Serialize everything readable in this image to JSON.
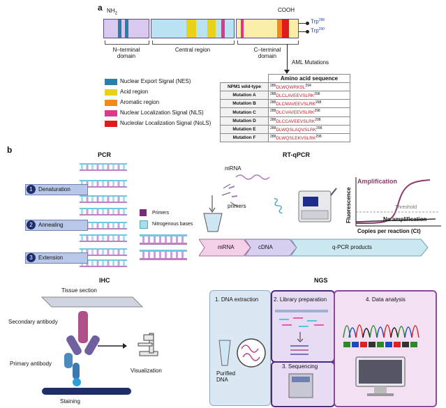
{
  "panel_a": {
    "letter": "a",
    "nh2": "NH",
    "nh2_sub": "2",
    "cooh": "COOH",
    "trp1": "Trp",
    "trp1_sup": "288",
    "trp2": "Trp",
    "trp2_sup": "290",
    "domains": {
      "n_terminal": "N–terminal\ndomain",
      "central": "Central region",
      "c_terminal": "C–terminal\ndomain"
    },
    "aml_label": "AML Mutations",
    "legend": [
      {
        "label": "Nuclear Export Signal (NES)",
        "color": "#2a7fa8"
      },
      {
        "label": "Acid region",
        "color": "#e8d21a"
      },
      {
        "label": "Aromatic region",
        "color": "#f08a1c"
      },
      {
        "label": "Nuclear Localization Signal (NLS)",
        "color": "#e0358a"
      },
      {
        "label": "Nucleolar Localization Signal (NoLS)",
        "color": "#e01b1b"
      }
    ],
    "table": {
      "header": "Amino acid sequence",
      "rows": [
        {
          "name": "NPM1 wild-type",
          "start": "286",
          "seq": "DLWQWRKSL",
          "end": "294"
        },
        {
          "name": "Mutation A",
          "start": "288",
          "seq": "DLCLAVEEVSLRK",
          "end": "298"
        },
        {
          "name": "Mutation B",
          "start": "288",
          "seq": "DLCMAVEEVSLRK",
          "end": "298"
        },
        {
          "name": "Mutation C",
          "start": "288",
          "seq": "DLCVAVEEVSLRK",
          "end": "298"
        },
        {
          "name": "Mutation D",
          "start": "288",
          "seq": "DLCCAVEEVSLRK",
          "end": "298"
        },
        {
          "name": "Mutation E",
          "start": "288",
          "seq": "DLWQSLAQVSLRK",
          "end": "298"
        },
        {
          "name": "Mutation F",
          "start": "288",
          "seq": "DLWQSLEKVSLRK",
          "end": "298"
        }
      ]
    }
  },
  "panel_b": {
    "letter": "b",
    "pcr": {
      "title": "PCR",
      "steps": [
        {
          "num": "1",
          "label": "Denaturation"
        },
        {
          "num": "2",
          "label": "Annealing"
        },
        {
          "num": "3",
          "label": "Extension"
        }
      ],
      "legend_primers": "Primers",
      "legend_bases": "Nitrogenous bases"
    },
    "rtqpcr": {
      "title": "RT-qPCR",
      "mrna": "mRNA",
      "primers": "primers",
      "arrows": [
        "mRNA",
        "cDNA",
        "q-PCR products"
      ],
      "graph": {
        "amplification": "Amplification",
        "threshold": "Threshold",
        "no_amp": "No amplification",
        "ylabel": "Fluorescence",
        "xlabel": "Copies per reaction (Ct)"
      }
    },
    "ihc": {
      "title": "IHC",
      "tissue": "Tissue section",
      "secondary": "Secondary antibody",
      "primary": "Primary antibody",
      "staining": "Staining",
      "visualization": "Visualization"
    },
    "ngs": {
      "title": "NGS",
      "step1": "1. DNA extraction",
      "purified": "Purified\nDNA",
      "step2": "2. Library preparation",
      "step3": "3. Sequencing",
      "step4": "4. Data analysis"
    }
  },
  "colors": {
    "nes": "#2a7fa8",
    "acid": "#e8d21a",
    "aromatic": "#f08a1c",
    "nls": "#e0358a",
    "nols": "#e01b1b",
    "navy": "#1f2d6b",
    "purple": "#7a2a7a"
  }
}
